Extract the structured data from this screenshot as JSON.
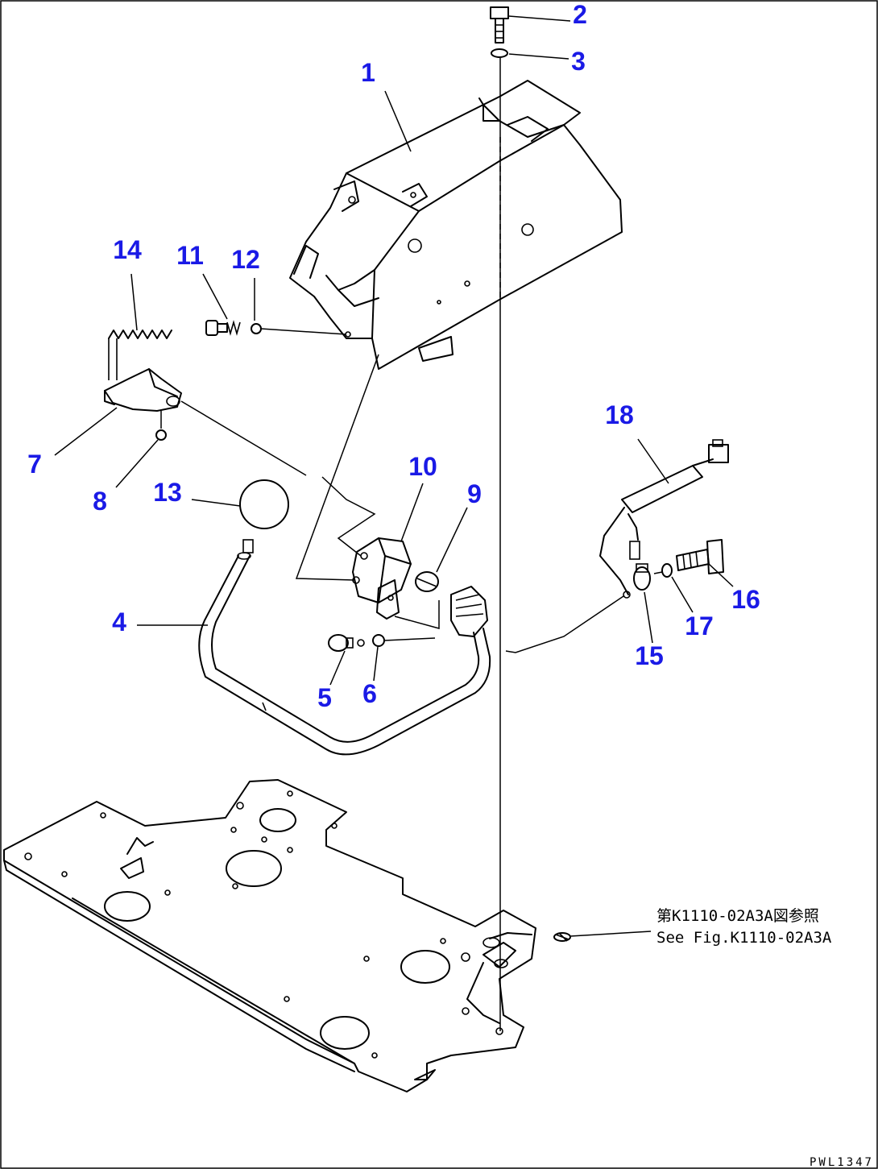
{
  "callouts": [
    {
      "id": "1",
      "label": "1"
    },
    {
      "id": "2",
      "label": "2"
    },
    {
      "id": "3",
      "label": "3"
    },
    {
      "id": "4",
      "label": "4"
    },
    {
      "id": "5",
      "label": "5"
    },
    {
      "id": "6",
      "label": "6"
    },
    {
      "id": "7",
      "label": "7"
    },
    {
      "id": "8",
      "label": "8"
    },
    {
      "id": "9",
      "label": "9"
    },
    {
      "id": "10",
      "label": "10"
    },
    {
      "id": "11",
      "label": "11"
    },
    {
      "id": "12",
      "label": "12"
    },
    {
      "id": "13",
      "label": "13"
    },
    {
      "id": "14",
      "label": "14"
    },
    {
      "id": "15",
      "label": "15"
    },
    {
      "id": "16",
      "label": "16"
    },
    {
      "id": "17",
      "label": "17"
    },
    {
      "id": "18",
      "label": "18"
    }
  ],
  "reference": {
    "jp": "第K1110-02A3A図参照",
    "en": "See Fig.K1110-02A3A"
  },
  "drawing_code": "PWL1347",
  "colors": {
    "callout": "#1a1ae6",
    "line": "#000000",
    "background": "#ffffff"
  }
}
